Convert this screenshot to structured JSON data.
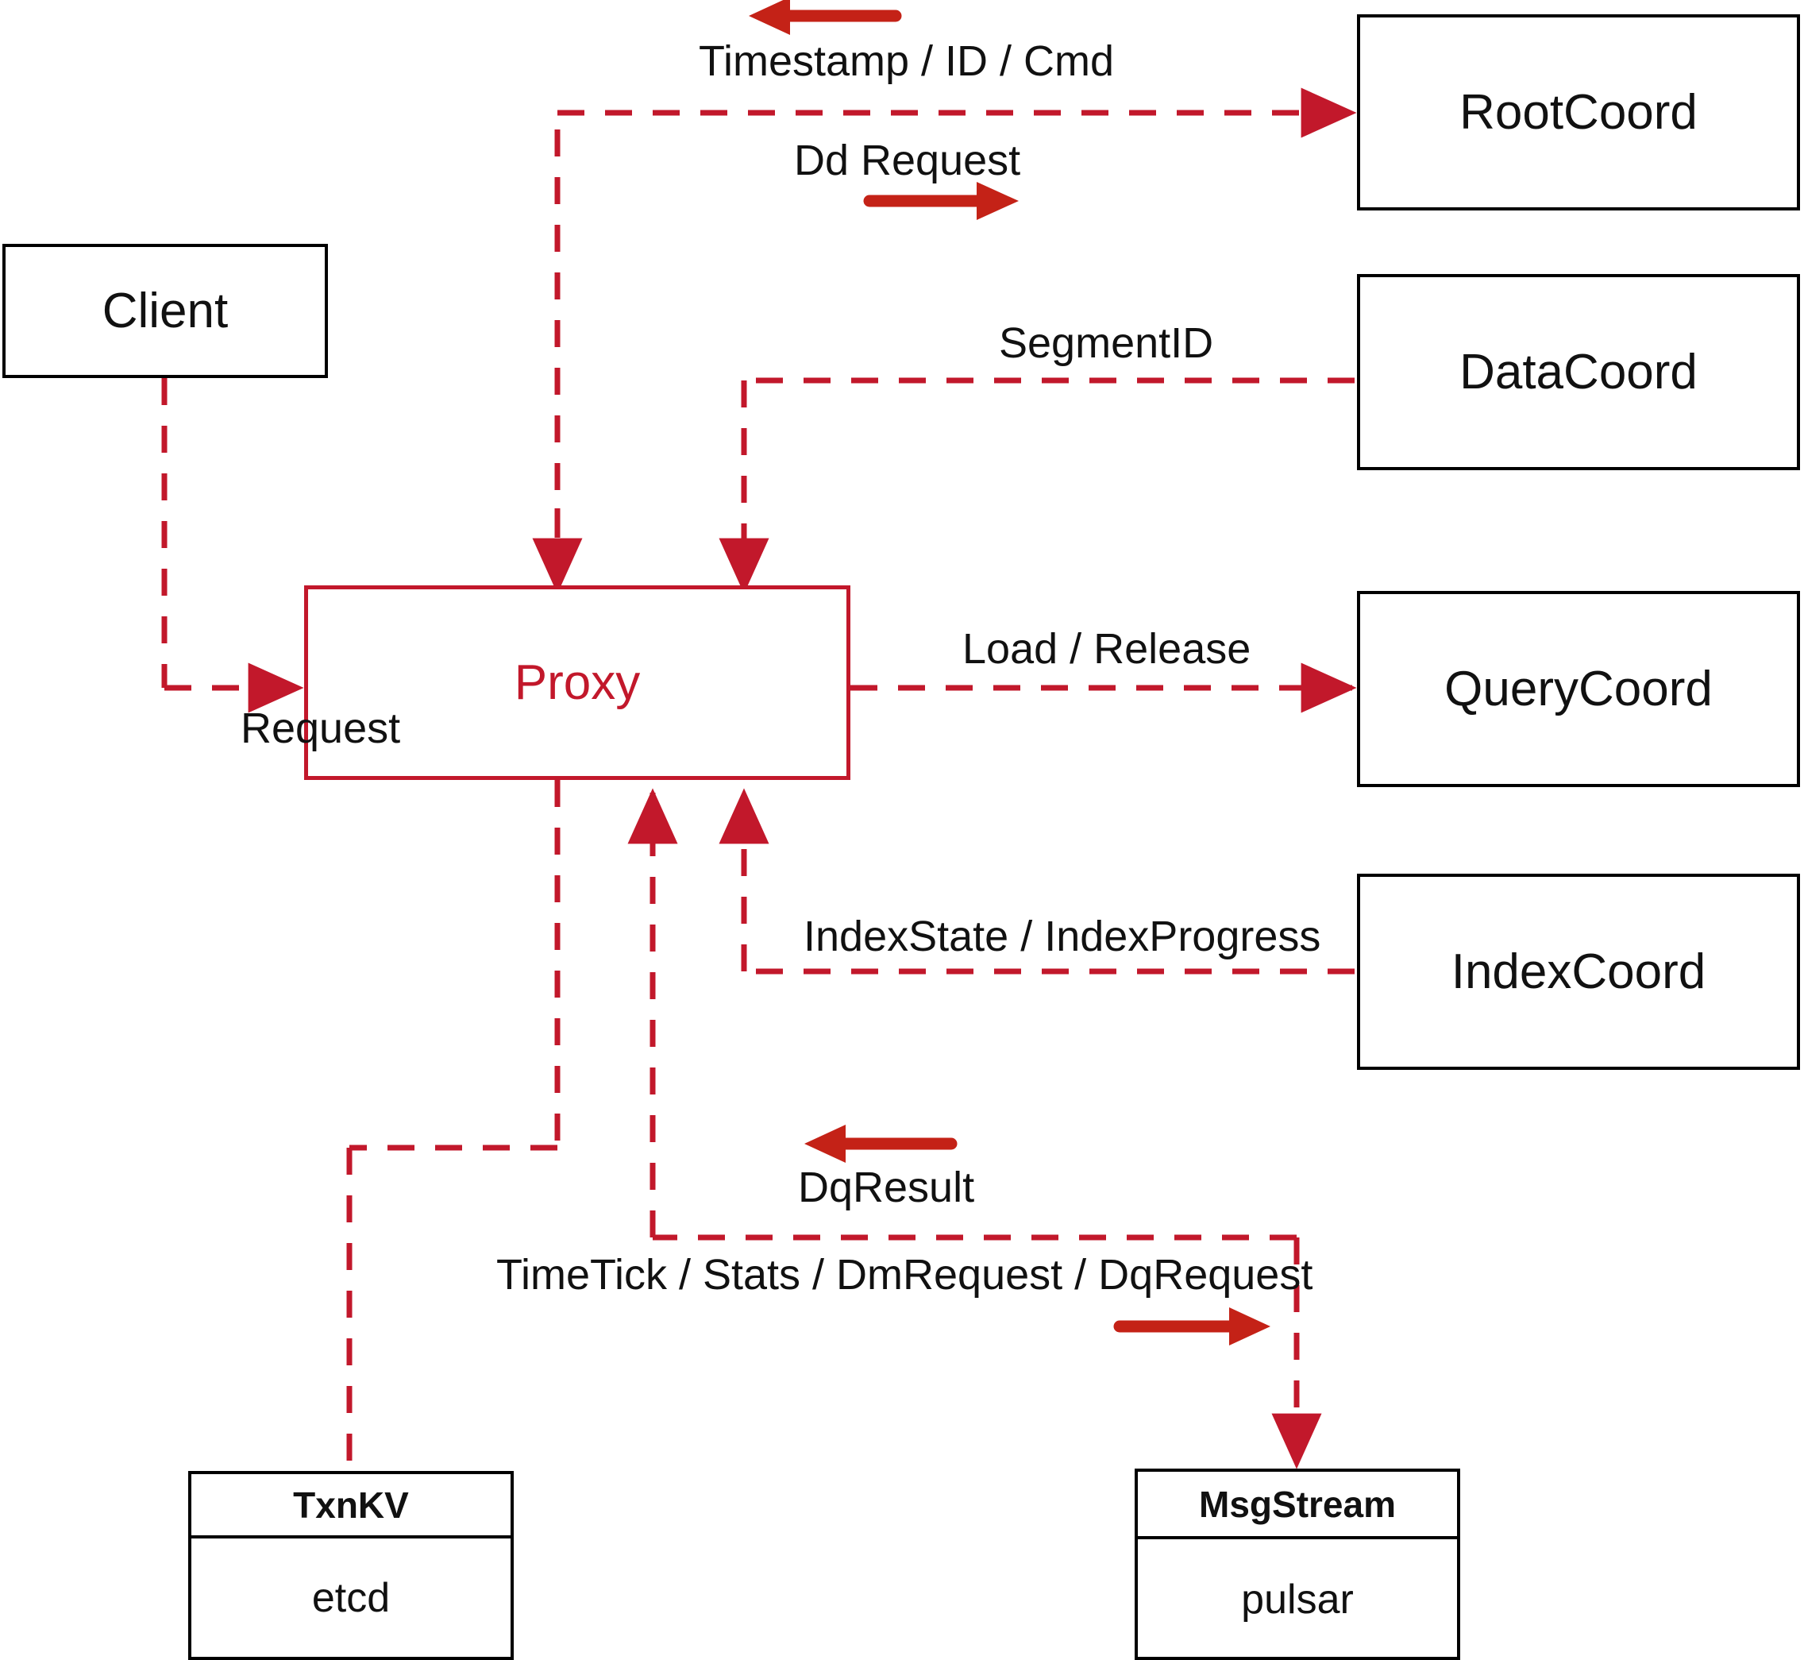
{
  "diagram": {
    "title": "Milvus Proxy Component Interaction Diagram",
    "accent_color": "#C2182B",
    "arrow_color": "#C42217",
    "node_border_color": "#000000",
    "nodes": {
      "client": {
        "label": "Client"
      },
      "proxy": {
        "label": "Proxy"
      },
      "root_coord": {
        "label": "RootCoord"
      },
      "data_coord": {
        "label": "DataCoord"
      },
      "query_coord": {
        "label": "QueryCoord"
      },
      "index_coord": {
        "label": "IndexCoord"
      },
      "txnkv": {
        "header": "TxnKV",
        "body": "etcd"
      },
      "msgstream": {
        "header": "MsgStream",
        "body": "pulsar"
      }
    },
    "edge_labels": {
      "timestamp_id_cmd": "Timestamp / ID / Cmd",
      "dd_request": "Dd Request",
      "segment_id": "SegmentID",
      "request": "Request",
      "load_release": "Load / Release",
      "index_state_progress": "IndexState / IndexProgress",
      "dq_result": "DqResult",
      "timetick_stats_dm_dq": "TimeTick / Stats / DmRequest / DqRequest"
    },
    "edges": [
      {
        "from": "proxy",
        "to": "root_coord",
        "label": "Dd Request",
        "direction": "right"
      },
      {
        "from": "root_coord",
        "to": "proxy",
        "label": "Timestamp / ID / Cmd",
        "direction": "left"
      },
      {
        "from": "data_coord",
        "to": "proxy",
        "label": "SegmentID",
        "direction": "left"
      },
      {
        "from": "client",
        "to": "proxy",
        "label": "Request",
        "direction": "right"
      },
      {
        "from": "proxy",
        "to": "query_coord",
        "label": "Load / Release",
        "direction": "right"
      },
      {
        "from": "index_coord",
        "to": "proxy",
        "label": "IndexState / IndexProgress",
        "direction": "left"
      },
      {
        "from": "msgstream",
        "to": "proxy",
        "label": "DqResult",
        "direction": "left"
      },
      {
        "from": "proxy",
        "to": "msgstream",
        "label": "TimeTick / Stats / DmRequest / DqRequest",
        "direction": "right"
      },
      {
        "from": "proxy",
        "to": "txnkv",
        "label": "",
        "direction": "down"
      }
    ]
  }
}
